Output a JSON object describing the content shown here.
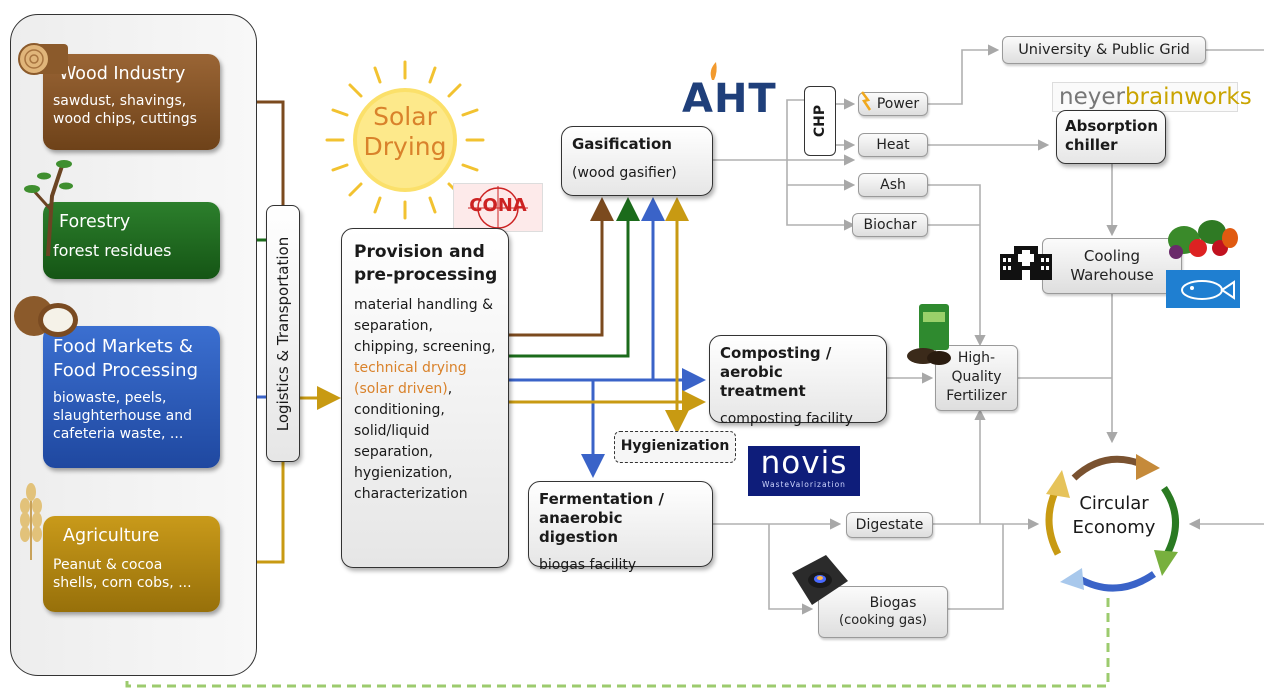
{
  "sources": {
    "wood": {
      "title": "Wood Industry",
      "desc": "sawdust, shavings, wood chips, cuttings",
      "color": "#8a5a2e"
    },
    "forestry": {
      "title": "Forestry",
      "desc": "forest residues",
      "color": "#1f6e1f"
    },
    "food": {
      "title": "Food Markets & Food Processing",
      "desc": "biowaste, peels, slaughterhouse and cafeteria waste, ...",
      "color": "#2e58b8"
    },
    "agri": {
      "title": "Agriculture",
      "desc": "Peanut & cocoa shells, corn cobs, ...",
      "color": "#b78a10"
    }
  },
  "logistics": "Logistics & Transportation",
  "solar": "Solar Drying",
  "provision": {
    "title": "Provision and pre-processing",
    "steps_before": "material handling & separation, chipping, screening,",
    "steps_highlight": "technical drying (solar driven)",
    "steps_after": ", conditioning, solid/liquid separation, hygienization, characterization",
    "highlight_color": "#d9822b"
  },
  "gasification": {
    "title": "Gasification",
    "sub": "(wood gasifier)"
  },
  "composting": {
    "title": "Composting / aerobic treatment",
    "sub": "composting facility"
  },
  "hygienization": "Hygienization",
  "fermentation": {
    "title": "Fermentation / anaerobic digestion",
    "sub": "biogas facility"
  },
  "chp": "CHP",
  "outputs": {
    "power": "Power",
    "heat": "Heat",
    "ash": "Ash",
    "biochar": "Biochar",
    "digestate": "Digestate"
  },
  "grid": "University & Public Grid",
  "absorption": "Absorption chiller",
  "cooling": "Cooling Warehouse",
  "fertilizer": "High-Quality Fertilizer",
  "biogas": {
    "title": "Biogas",
    "sub": "(cooking gas)"
  },
  "circular": "Circular Economy",
  "logos": {
    "aht": "AHT",
    "cona": "CONA",
    "neyer_a": "neyer",
    "neyer_b": "brainworks",
    "novis": "novis",
    "novis_sub": "WasteValorization"
  },
  "icons": [
    "log-icon",
    "tree-icon",
    "coconut-icon",
    "wheat-icon",
    "sun-icon",
    "hospital-icon",
    "vegetables-icon",
    "fish-icon",
    "fertilizer-bag-icon",
    "stove-flame-icon",
    "cycle-arrows-icon"
  ],
  "colors": {
    "brown": "#7b4a1e",
    "green": "#1b6b1b",
    "blue": "#3a63c8",
    "gold": "#c89a12",
    "gray": "#b0b0b0",
    "dashed": "#9ccb6e"
  }
}
